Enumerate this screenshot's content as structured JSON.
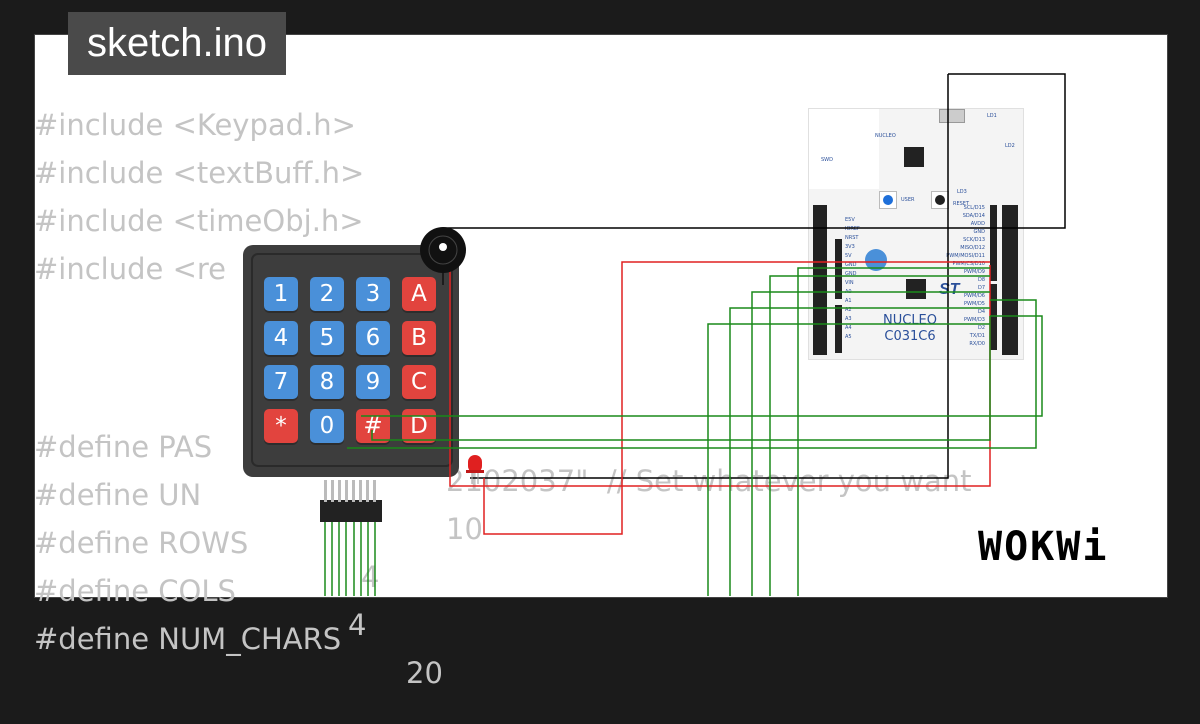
{
  "title": "sketch.ino",
  "code": {
    "includes": [
      "#include <Keypad.h>",
      "#include <textBuff.h>",
      "#include <timeObj.h>",
      "#include <re"
    ],
    "defines": [
      {
        "name": "#define PAS",
        "value": "2102037\"  // Set whatever you want"
      },
      {
        "name": "#define UN",
        "value": "10"
      },
      {
        "name": "#define ROWS",
        "value": "4"
      },
      {
        "name": "#define COLS",
        "value": "4"
      },
      {
        "name": "#define NUM_CHARS",
        "value": "20"
      }
    ]
  },
  "keypad": {
    "keys": [
      "1",
      "2",
      "3",
      "A",
      "4",
      "5",
      "6",
      "B",
      "7",
      "8",
      "9",
      "C",
      "*",
      "0",
      "#",
      "D"
    ],
    "key_colors": [
      "blue",
      "blue",
      "blue",
      "red",
      "blue",
      "blue",
      "blue",
      "red",
      "blue",
      "blue",
      "blue",
      "red",
      "red",
      "blue",
      "red",
      "red"
    ]
  },
  "board": {
    "name_line1": "NUCLEO",
    "name_line2": "C031C6",
    "labels_right": [
      "SCL/D15",
      "SDA/D14",
      "AVDD",
      "GND",
      "SCK/D13",
      "MISO/D12",
      "PWM/MOSI/D11",
      "PWM/CS/D10",
      "PWM/D9",
      "D8",
      "D7",
      "PWM/D6",
      "PWM/D5",
      "D4",
      "PWM/D3",
      "D2",
      "TX/D1",
      "RX/D0"
    ],
    "labels_left": [
      "E5V",
      "IOREF",
      "NRST",
      "3V3",
      "5V",
      "GND",
      "GND",
      "VIN",
      "A0",
      "A1",
      "A2",
      "A3",
      "A4",
      "A5"
    ],
    "small_labels": [
      "SWD",
      "NUCLEO",
      "LD1",
      "LD2",
      "LD3",
      "USER",
      "RESET"
    ]
  },
  "logo": "WOKWi",
  "colors": {
    "wire_red": "#e02020",
    "wire_green": "#1a8a1a",
    "wire_black": "#000000",
    "code_text": "#c4c4c4",
    "key_blue": "#4a90d9",
    "key_red": "#e2443e",
    "board_text": "#2a4f9a"
  }
}
